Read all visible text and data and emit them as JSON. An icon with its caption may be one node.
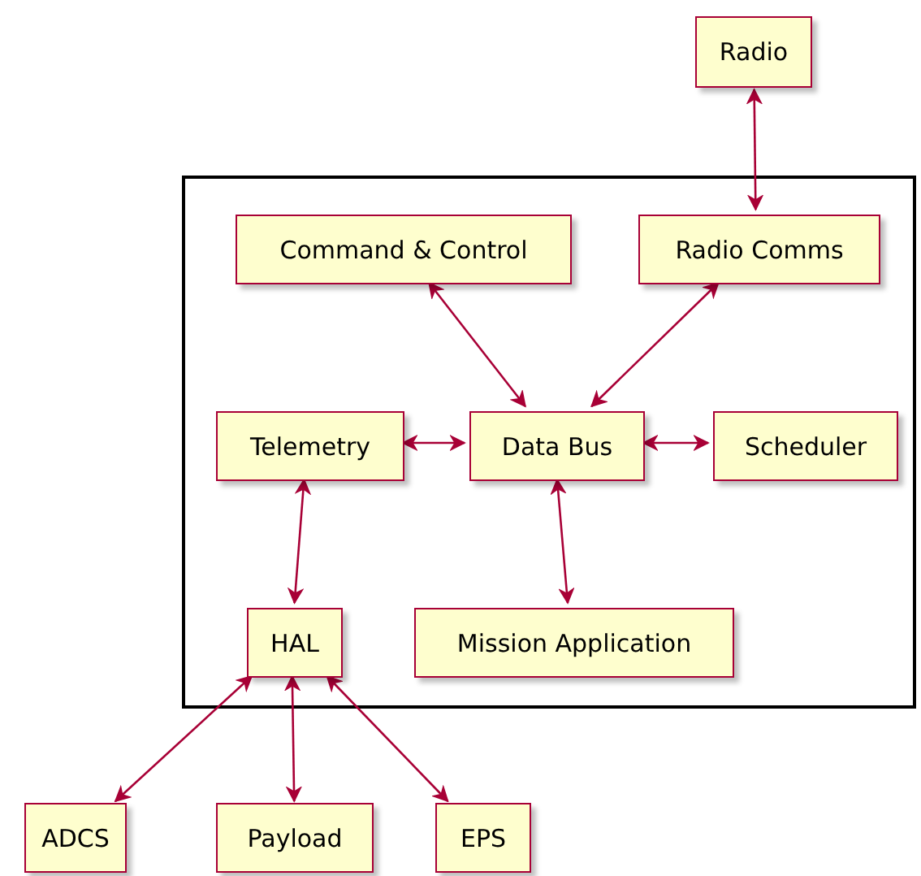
{
  "diagram": {
    "nodes": [
      {
        "text": [
          "Radio"
        ]
      },
      {
        "text": [],
        "shape": "box"
      },
      {
        "text": [
          "Command & Control"
        ],
        "in": 1
      },
      {
        "text": [
          "Radio Comms"
        ],
        "in": 1
      },
      {
        "text": [
          "Telemetry"
        ],
        "in": 1
      },
      {
        "text": [
          "Data Bus"
        ],
        "in": 1
      },
      {
        "text": [
          "Scheduler"
        ],
        "in": 1
      },
      {
        "text": [
          "HAL"
        ],
        "in": 1
      },
      {
        "text": [
          "Mission Application"
        ],
        "in": 1
      },
      {
        "text": [
          "ADCS"
        ]
      },
      {
        "text": [
          "Payload"
        ]
      },
      {
        "text": [
          "EPS"
        ]
      }
    ],
    "edges": [
      {
        "from": 0,
        "to": 3,
        "arrow": "both"
      },
      {
        "from": 2,
        "to": 5,
        "arrow": "both"
      },
      {
        "from": 3,
        "to": 5,
        "arrow": "both"
      },
      {
        "from": 4,
        "to": 5,
        "arrow": "both"
      },
      {
        "from": 5,
        "to": 6,
        "arrow": "both"
      },
      {
        "from": 4,
        "to": 7,
        "arrow": "both"
      },
      {
        "from": 5,
        "to": 8,
        "arrow": "both"
      },
      {
        "from": 7,
        "to": 9,
        "arrow": "both"
      },
      {
        "from": 7,
        "to": 10,
        "arrow": "both"
      },
      {
        "from": 7,
        "to": 11,
        "arrow": "both"
      }
    ]
  }
}
